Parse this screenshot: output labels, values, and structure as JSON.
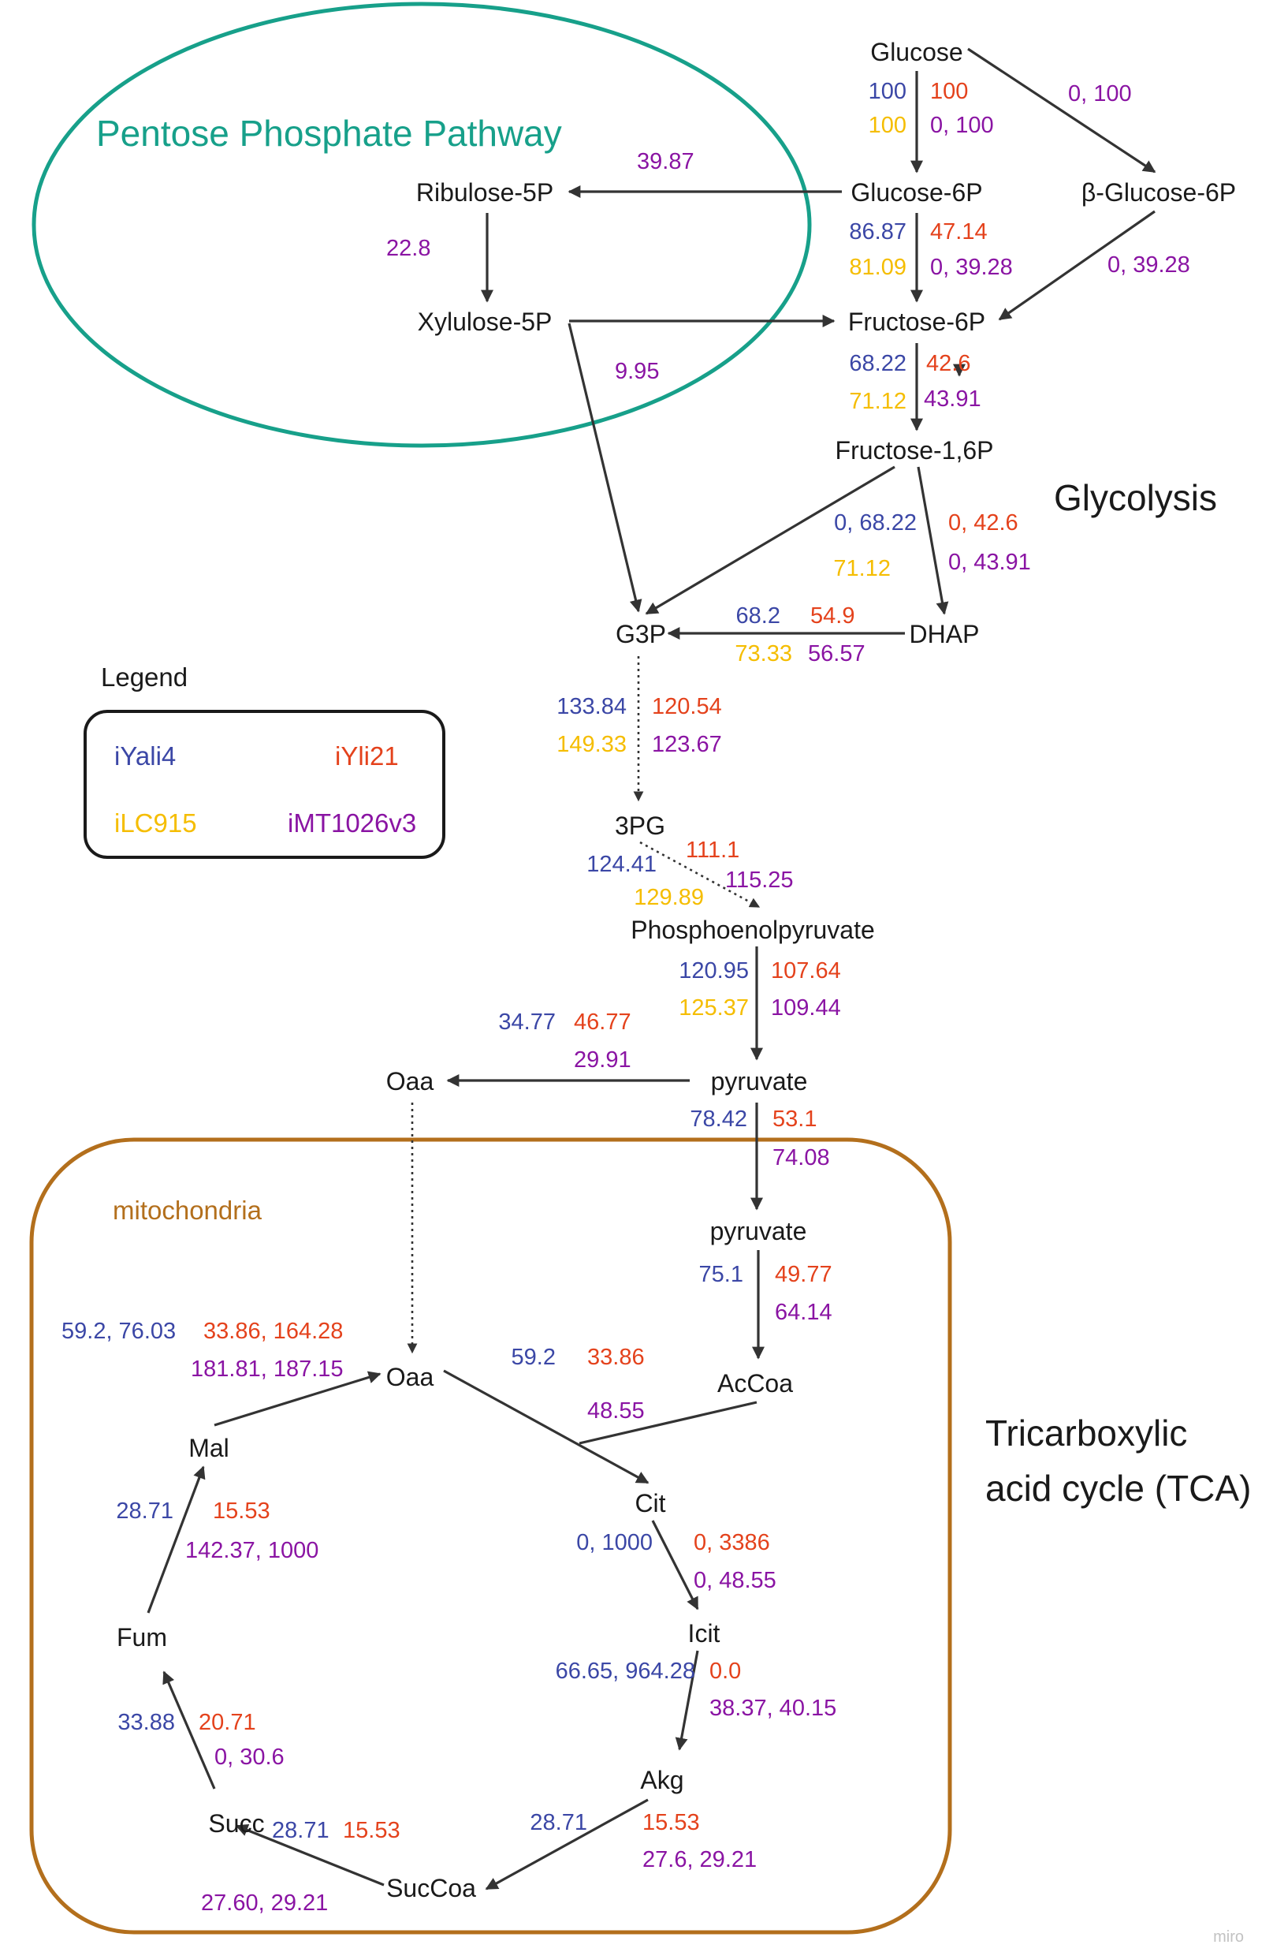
{
  "colors": {
    "iYali4": "#3b47a6",
    "iYli21": "#e4421c",
    "iLC915": "#f5bd00",
    "iMT1026v3": "#8a14a3",
    "ppp": "#17a08a",
    "mitochondria": "#b36f1c",
    "arrow": "#333333",
    "text": "#1a1a1a"
  },
  "regions": {
    "ppp_title": "Pentose Phosphate Pathway",
    "glycolysis": "Glycolysis",
    "mitochondria": "mitochondria",
    "tca_line1": "Tricarboxylic",
    "tca_line2": "acid cycle (TCA)"
  },
  "legend": {
    "title": "Legend",
    "items": [
      "iYali4",
      "iYli21",
      "iLC915",
      "iMT1026v3"
    ]
  },
  "metabolites": {
    "glucose": "Glucose",
    "glucose6p": "Glucose-6P",
    "bglucose6p": "β-Glucose-6P",
    "ribulose5p": "Ribulose-5P",
    "xylulose5p": "Xylulose-5P",
    "fructose6p": "Fructose-6P",
    "fructose16p": "Fructose-1,6P",
    "g3p": "G3P",
    "dhap": "DHAP",
    "pg3": "3PG",
    "pep": "Phosphoenolpyruvate",
    "pyruvate_cyt": "pyruvate",
    "oaa_cyt": "Oaa",
    "pyruvate_mito": "pyruvate",
    "accoa": "AcCoa",
    "oaa_mito": "Oaa",
    "cit": "Cit",
    "icit": "Icit",
    "akg": "Akg",
    "succoa": "SucCoa",
    "succ": "Succ",
    "fum": "Fum",
    "mal": "Mal"
  },
  "fluxes": {
    "glc_g6p": {
      "iYali4": "100",
      "iYli21": "100",
      "iLC915": "100",
      "iMT1026v3": "0, 100"
    },
    "glc_bg6p": {
      "iMT1026v3": "0, 100"
    },
    "g6p_ru5p": {
      "iMT1026v3": "39.87"
    },
    "ru5p_xu5p": {
      "iMT1026v3": "22.8"
    },
    "xu5p_f6p": {
      "iMT1026v3": "9.95"
    },
    "g6p_f6p": {
      "iYali4": "86.87",
      "iYli21": "47.14",
      "iLC915": "81.09",
      "iMT1026v3": "0, 39.28"
    },
    "bg6p_f6p": {
      "iMT1026v3": "0, 39.28"
    },
    "f6p_f16p": {
      "iYali4": "68.22",
      "iYli21": "42.6",
      "iLC915": "71.12",
      "iMT1026v3": "43.91"
    },
    "f16p_split": {
      "iYali4": "0, 68.22",
      "iYli21": "0, 42.6",
      "iLC915": "71.12",
      "iMT1026v3": "0, 43.91"
    },
    "dhap_g3p": {
      "iYali4": "68.2",
      "iYli21": "54.9",
      "iLC915": "73.33",
      "iMT1026v3": "56.57"
    },
    "g3p_3pg": {
      "iYali4": "133.84",
      "iYli21": "120.54",
      "iLC915": "149.33",
      "iMT1026v3": "123.67"
    },
    "3pg_pep": {
      "iYali4": "124.41",
      "iYli21": "111.1",
      "iLC915": "129.89",
      "iMT1026v3": "115.25"
    },
    "pep_pyr": {
      "iYali4": "120.95",
      "iYli21": "107.64",
      "iLC915": "125.37",
      "iMT1026v3": "109.44"
    },
    "pyr_oaa": {
      "iYali4": "34.77",
      "iYli21": "46.77",
      "iMT1026v3": "29.91"
    },
    "pyr_mito": {
      "iYali4": "78.42",
      "iYli21": "53.1",
      "iMT1026v3": "74.08"
    },
    "pyr_accoa": {
      "iYali4": "75.1",
      "iYli21": "49.77",
      "iMT1026v3": "64.14"
    },
    "mal_oaa": {
      "iYali4": "59.2, 76.03",
      "iYli21": "33.86, 164.28",
      "iMT1026v3": "181.81, 187.15"
    },
    "oaa_cit": {
      "iYali4": "59.2",
      "iYli21": "33.86",
      "iMT1026v3": "48.55"
    },
    "cit_icit": {
      "iYali4": "0, 1000",
      "iYli21": "0, 3386",
      "iMT1026v3": "0, 48.55"
    },
    "icit_akg": {
      "iYali4": "66.65, 964.28",
      "iYli21": "0.0",
      "iMT1026v3": "38.37, 40.15"
    },
    "akg_succoa": {
      "iYali4": "28.71",
      "iYli21": "15.53",
      "iMT1026v3": "27.6, 29.21"
    },
    "succoa_succ": {
      "iYali4": "28.71",
      "iYli21": "15.53",
      "iMT1026v3": "27.60, 29.21"
    },
    "succ_fum": {
      "iYali4": "33.88",
      "iYli21": "20.71",
      "iMT1026v3": "0, 30.6"
    },
    "fum_mal": {
      "iYali4": "28.71",
      "iYli21": "15.53",
      "iMT1026v3": "142.37, 1000"
    }
  },
  "watermark": "miro"
}
